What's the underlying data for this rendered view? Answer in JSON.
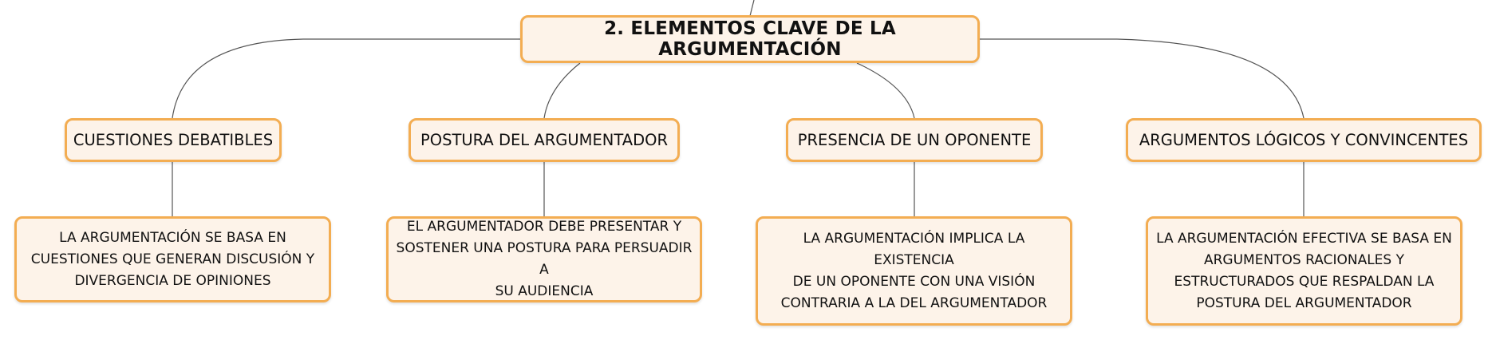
{
  "root": {
    "label": "2. ELEMENTOS CLAVE DE LA ARGUMENTACIÓN"
  },
  "categories": [
    {
      "label": "CUESTIONES DEBATIBLES"
    },
    {
      "label": "POSTURA DEL ARGUMENTADOR"
    },
    {
      "label": "PRESENCIA DE UN OPONENTE"
    },
    {
      "label": "ARGUMENTOS LÓGICOS Y CONVINCENTES"
    }
  ],
  "details": [
    {
      "lines": [
        "LA ARGUMENTACIÓN SE BASA EN",
        "CUESTIONES QUE GENERAN DISCUSIÓN Y",
        "DIVERGENCIA DE OPINIONES"
      ]
    },
    {
      "lines": [
        "EL ARGUMENTADOR DEBE PRESENTAR Y",
        "SOSTENER UNA POSTURA PARA PERSUADIR A",
        "SU AUDIENCIA"
      ]
    },
    {
      "lines": [
        "LA ARGUMENTACIÓN IMPLICA LA EXISTENCIA",
        "DE UN OPONENTE CON UNA VISIÓN",
        "CONTRARIA A LA DEL ARGUMENTADOR"
      ]
    },
    {
      "lines": [
        "LA ARGUMENTACIÓN EFECTIVA SE BASA EN",
        "ARGUMENTOS RACIONALES Y",
        "ESTRUCTURADOS QUE RESPALDAN LA",
        "POSTURA DEL ARGUMENTADOR"
      ]
    }
  ],
  "colors": {
    "node_fill": "#fdf3e9",
    "node_border": "#f3ad52",
    "connector": "#555555"
  }
}
